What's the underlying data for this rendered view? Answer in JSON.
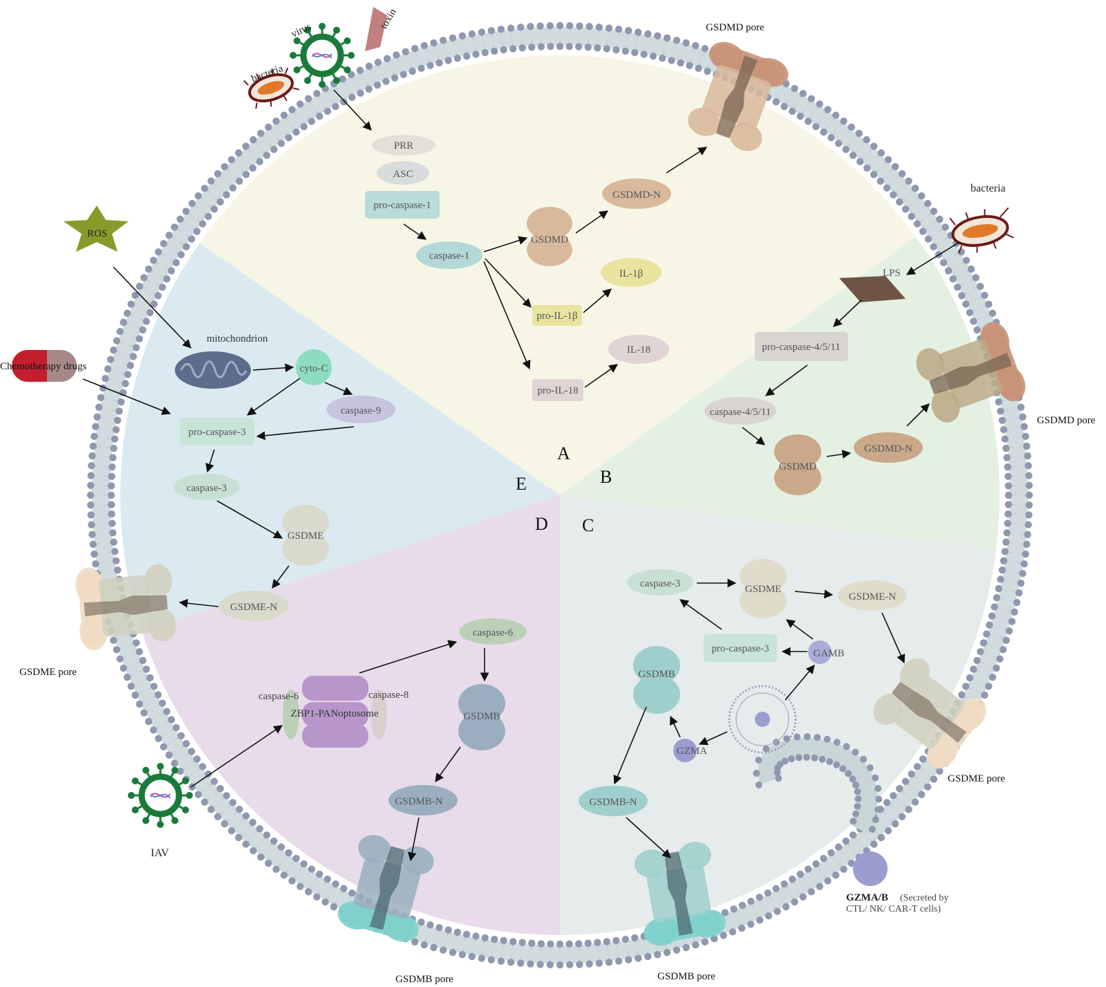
{
  "colors": {
    "sector_A": "#f7f6e6",
    "sector_B": "#e3f0e2",
    "sector_C": "#e6ebec",
    "sector_D": "#e8dcea",
    "sector_E": "#daeaf0",
    "membrane_head": "#9098b0",
    "membrane_tail": "#c8d6d8",
    "gsdmd": "#d9b99c",
    "gsdmd_n": "#c9a98a",
    "gsdme": "#d9d9cc",
    "gsdmb": "#9aaec0",
    "gsdmb_c": "#9fcfcc",
    "casp_green": "#c8e0d4",
    "pro_box": "#c8e4d8",
    "grey_box": "#d8d4d0",
    "lilac": "#c8c4e0",
    "yellow": "#e8e4a0",
    "panoptosome": "#b896cc",
    "gzm": "#9b9cd0",
    "ros": "#8a9a2a",
    "mito": "#5c6c8a",
    "virus": "#1a7a3a",
    "bacteria": "#6a1a1a",
    "toxin": "#c08080",
    "lps": "#6e5444",
    "drug_red": "#c41e2e",
    "drug_grey": "#a78888"
  },
  "sectors": {
    "A": "A",
    "B": "B",
    "C": "C",
    "D": "D",
    "E": "E"
  },
  "external": {
    "virus": "virus",
    "toxin": "toxin",
    "bacteria_top": "bacteria",
    "bacteria_right": "bacteria",
    "ros": "ROS",
    "chemo": "Chemotherapy drugs",
    "iav": "IAV",
    "gzm_label": "GZMA/B",
    "gzm_note1": "(Secreted by",
    "gzm_note2": "CTL/ NK/ CAR-T cells)"
  },
  "pores": {
    "gsdmd_top": "GSDMD pore",
    "gsdmd_right": "GSDMD pore",
    "gsdme_left": "GSDME pore",
    "gsdme_right": "GSDME pore",
    "gsdmb_bottom_left": "GSDMB pore",
    "gsdmb_bottom_right": "GSDMB pore"
  },
  "panelA": {
    "prr": "PRR",
    "asc": "ASC",
    "pro_casp1": "pro-caspase-1",
    "casp1": "caspase-1",
    "gsdmd": "GSDMD",
    "gsdmd_n": "GSDMD-N",
    "il1b": "IL-1β",
    "pro_il1b": "pro-IL-1β",
    "il18": "IL-18",
    "pro_il18": "pro-IL-18"
  },
  "panelB": {
    "lps": "LPS",
    "pro_casp": "pro-caspase-4/5/11",
    "casp": "caspase-4/5/11",
    "gsdmd": "GSDMD",
    "gsdmd_n": "GSDMD-N"
  },
  "panelC": {
    "casp3": "caspase-3",
    "gsdme": "GSDME",
    "gsdme_n": "GSDME-N",
    "pro_casp3": "pro-caspase-3",
    "gamb": "GAMB",
    "gsdmb": "GSDMB",
    "gzma": "GZMA",
    "gsdmb_n": "GSDMB-N"
  },
  "panelD": {
    "casp6_top": "caspase-6",
    "casp6": "caspase-6",
    "casp8": "caspase-8",
    "zbp1": "ZBP1-PANoptosome",
    "gsdmb": "GSDMB",
    "gsdmb_n": "GSDMB-N"
  },
  "panelE": {
    "mito": "mitochondrion",
    "cytoc": "cyto-C",
    "casp9": "caspase-9",
    "pro_casp3": "pro-caspase-3",
    "casp3": "caspase-3",
    "gsdme": "GSDME",
    "gsdme_n": "GSDME-N"
  }
}
